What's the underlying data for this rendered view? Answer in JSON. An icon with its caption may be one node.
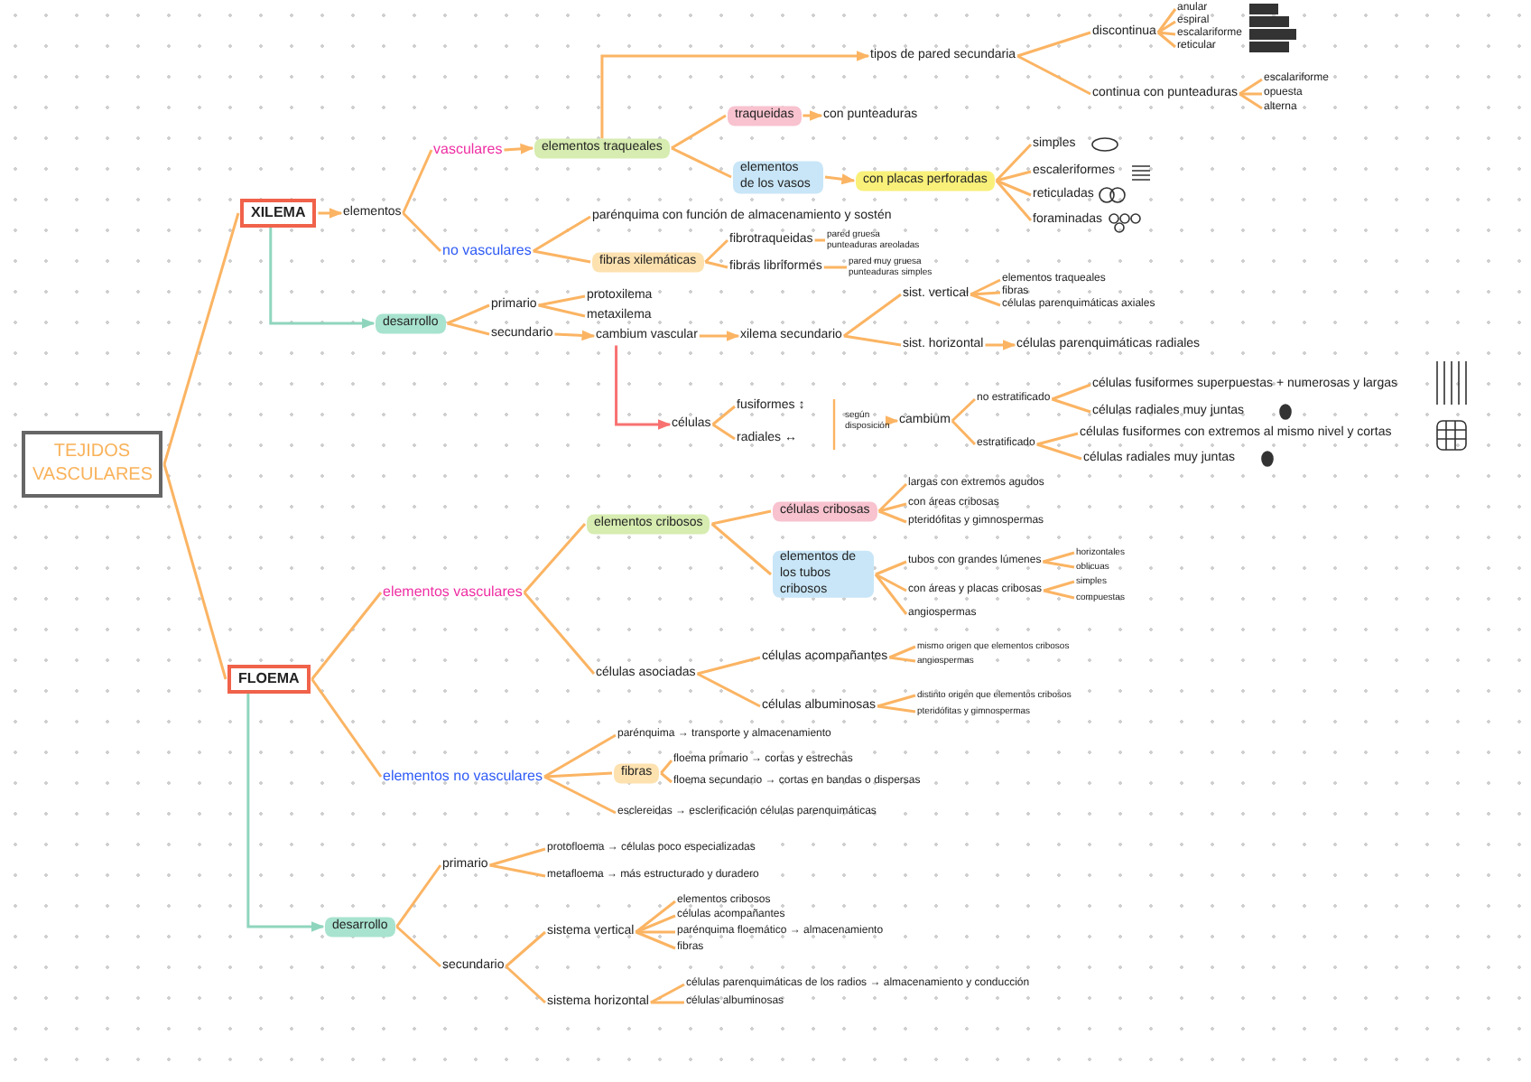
{
  "diagram": {
    "nodes": [
      {
        "text": [
          "TEJIDOS VASCULARES"
        ]
      },
      {
        "text": [
          "XILEMA"
        ]
      },
      {
        "text": [
          "elementos"
        ]
      },
      {
        "text": [
          "vasculares"
        ]
      },
      {
        "text": [
          "no vasculares"
        ]
      },
      {
        "text": [
          "elementos traqueales"
        ]
      },
      {
        "text": [
          "tipos de pared secundaria"
        ]
      },
      {
        "text": [
          "discontinua"
        ]
      },
      {
        "text": [
          "anular"
        ]
      },
      {
        "text": [
          "espiral"
        ]
      },
      {
        "text": [
          "escalariforme"
        ]
      },
      {
        "text": [
          "reticular"
        ]
      },
      {
        "text": [
          "continua con punteaduras"
        ]
      },
      {
        "text": [
          "escalariforme"
        ]
      },
      {
        "text": [
          "opuesta"
        ]
      },
      {
        "text": [
          "alterna"
        ]
      },
      {
        "text": [
          "traqueidas"
        ]
      },
      {
        "text": [
          "con punteaduras"
        ]
      },
      {
        "text": [
          "elementos de los vasos"
        ]
      },
      {
        "text": [
          "con placas perforadas"
        ]
      },
      {
        "text": [
          "simples"
        ]
      },
      {
        "text": [
          "escaleriformes"
        ]
      },
      {
        "text": [
          "reticuladas"
        ]
      },
      {
        "text": [
          "foraminadas"
        ]
      },
      {
        "text": [
          "parénquima con función de almacenamiento y sostén"
        ]
      },
      {
        "text": [
          "fibras xilemáticas"
        ]
      },
      {
        "text": [
          "fibrotraqueidas"
        ]
      },
      {
        "text": [
          "pared gruesa",
          "punteaduras areoladas"
        ]
      },
      {
        "text": [
          "fibras libriformes"
        ]
      },
      {
        "text": [
          "pared muy gruesa",
          "punteaduras simples"
        ]
      },
      {
        "text": [
          "desarrollo"
        ]
      },
      {
        "text": [
          "primario"
        ]
      },
      {
        "text": [
          "secundario"
        ]
      },
      {
        "text": [
          "protoxilema"
        ]
      },
      {
        "text": [
          "metaxilema"
        ]
      },
      {
        "text": [
          "cambium vascular"
        ]
      },
      {
        "text": [
          "xilema secundario"
        ]
      },
      {
        "text": [
          "sist. vertical"
        ]
      },
      {
        "text": [
          "elementos traqueales"
        ]
      },
      {
        "text": [
          "fibras"
        ]
      },
      {
        "text": [
          "células parenquimáticas axiales"
        ]
      },
      {
        "text": [
          "sist. horizontal"
        ]
      },
      {
        "text": [
          "células parenquimáticas radiales"
        ]
      },
      {
        "text": [
          "células"
        ]
      },
      {
        "text": [
          "fusiformes ↕"
        ]
      },
      {
        "text": [
          "radiales ↔"
        ]
      },
      {
        "text": [
          "según disposición"
        ]
      },
      {
        "text": [
          "cambium"
        ]
      },
      {
        "text": [
          "no estratificado"
        ]
      },
      {
        "text": [
          "células fusiformes superpuestas + numerosas y largas"
        ]
      },
      {
        "text": [
          "células radiales muy juntas"
        ]
      },
      {
        "text": [
          "estratificado"
        ]
      },
      {
        "text": [
          "células fusiformes con extremos al mismo nivel y cortas"
        ]
      },
      {
        "text": [
          "células radiales muy juntas"
        ]
      },
      {
        "text": [
          "FLOEMA"
        ]
      },
      {
        "text": [
          "elementos vasculares"
        ]
      },
      {
        "text": [
          "elementos cribosos"
        ]
      },
      {
        "text": [
          "células cribosas"
        ]
      },
      {
        "text": [
          "largas con extremos agudos"
        ]
      },
      {
        "text": [
          "con áreas cribosas"
        ]
      },
      {
        "text": [
          "pteridófitas y gimnospermas"
        ]
      },
      {
        "text": [
          "elementos de los tubos cribosos"
        ]
      },
      {
        "text": [
          "tubos con grandes lúmenes"
        ]
      },
      {
        "text": [
          "horizontales"
        ]
      },
      {
        "text": [
          "oblicuas"
        ]
      },
      {
        "text": [
          "con áreas y placas cribosas"
        ]
      },
      {
        "text": [
          "simples"
        ]
      },
      {
        "text": [
          "compuestas"
        ]
      },
      {
        "text": [
          "angiospermas"
        ]
      },
      {
        "text": [
          "células asociadas"
        ]
      },
      {
        "text": [
          "células acompañantes"
        ]
      },
      {
        "text": [
          "mismo origen que elementos cribosos"
        ]
      },
      {
        "text": [
          "angiospermas"
        ]
      },
      {
        "text": [
          "células albuminosas"
        ]
      },
      {
        "text": [
          "distinto origen que elementos cribosos"
        ]
      },
      {
        "text": [
          "pteridófitas y gimnospermas"
        ]
      },
      {
        "text": [
          "elementos no vasculares"
        ]
      },
      {
        "text": [
          "parénquima → transporte y almacenamiento"
        ]
      },
      {
        "text": [
          "fibras"
        ]
      },
      {
        "text": [
          "floema primario → cortas y estrechas"
        ]
      },
      {
        "text": [
          "floema secundario → cortas en bandas o dispersas"
        ]
      },
      {
        "text": [
          "esclereidas → esclerificación células parenquimáticas"
        ]
      },
      {
        "text": [
          "desarrollo"
        ]
      },
      {
        "text": [
          "primario"
        ]
      },
      {
        "text": [
          "secundario"
        ]
      },
      {
        "text": [
          "protofloema → células poco especializadas"
        ]
      },
      {
        "text": [
          "metafloema → más estructurado y duradero"
        ]
      },
      {
        "text": [
          "sistema vertical"
        ]
      },
      {
        "text": [
          "elementos cribosos"
        ]
      },
      {
        "text": [
          "células acompañantes"
        ]
      },
      {
        "text": [
          "parénquima floemático → almacenamiento"
        ]
      },
      {
        "text": [
          "fibras"
        ]
      },
      {
        "text": [
          "sistema horizontal"
        ]
      },
      {
        "text": [
          "células parenquimáticas de los radios → almacenamiento y conducción"
        ]
      },
      {
        "text": [
          "células albuminosas"
        ]
      }
    ],
    "edges": [
      {
        "from": 0,
        "to": 1,
        "arrow": "none"
      },
      {
        "from": 0,
        "to": 54,
        "arrow": "none"
      },
      {
        "from": 1,
        "to": 2,
        "arrow": "to"
      },
      {
        "from": 2,
        "to": 3,
        "arrow": "none"
      },
      {
        "from": 2,
        "to": 4,
        "arrow": "none"
      },
      {
        "from": 3,
        "to": 5,
        "arrow": "to"
      },
      {
        "from": 5,
        "to": 6,
        "arrow": "to"
      },
      {
        "from": 5,
        "to": 16,
        "arrow": "none"
      },
      {
        "from": 5,
        "to": 18,
        "arrow": "none"
      },
      {
        "from": 6,
        "to": 7,
        "arrow": "none"
      },
      {
        "from": 6,
        "to": 12,
        "arrow": "none"
      },
      {
        "from": 7,
        "to": 8,
        "arrow": "none"
      },
      {
        "from": 7,
        "to": 9,
        "arrow": "none"
      },
      {
        "from": 7,
        "to": 10,
        "arrow": "none"
      },
      {
        "from": 7,
        "to": 11,
        "arrow": "none"
      },
      {
        "from": 12,
        "to": 13,
        "arrow": "none"
      },
      {
        "from": 12,
        "to": 14,
        "arrow": "none"
      },
      {
        "from": 12,
        "to": 15,
        "arrow": "none"
      },
      {
        "from": 16,
        "to": 17,
        "arrow": "to"
      },
      {
        "from": 18,
        "to": 19,
        "arrow": "to"
      },
      {
        "from": 19,
        "to": 20,
        "arrow": "none"
      },
      {
        "from": 19,
        "to": 21,
        "arrow": "none"
      },
      {
        "from": 19,
        "to": 22,
        "arrow": "none"
      },
      {
        "from": 19,
        "to": 23,
        "arrow": "none"
      },
      {
        "from": 4,
        "to": 24,
        "arrow": "none"
      },
      {
        "from": 4,
        "to": 25,
        "arrow": "none"
      },
      {
        "from": 25,
        "to": 26,
        "arrow": "none"
      },
      {
        "from": 25,
        "to": 28,
        "arrow": "none"
      },
      {
        "from": 26,
        "to": 27,
        "arrow": "none"
      },
      {
        "from": 28,
        "to": 29,
        "arrow": "none"
      },
      {
        "from": 1,
        "to": 30,
        "arrow": "to",
        "color": "#8fd5bd"
      },
      {
        "from": 30,
        "to": 31,
        "arrow": "none"
      },
      {
        "from": 30,
        "to": 32,
        "arrow": "none"
      },
      {
        "from": 31,
        "to": 33,
        "arrow": "none"
      },
      {
        "from": 31,
        "to": 34,
        "arrow": "none"
      },
      {
        "from": 32,
        "to": 35,
        "arrow": "to"
      },
      {
        "from": 35,
        "to": 36,
        "arrow": "to"
      },
      {
        "from": 35,
        "to": 43,
        "arrow": "to",
        "color": "#f87171"
      },
      {
        "from": 36,
        "to": 37,
        "arrow": "none"
      },
      {
        "from": 36,
        "to": 41,
        "arrow": "none"
      },
      {
        "from": 37,
        "to": 38,
        "arrow": "none"
      },
      {
        "from": 37,
        "to": 39,
        "arrow": "none"
      },
      {
        "from": 37,
        "to": 40,
        "arrow": "none"
      },
      {
        "from": 41,
        "to": 42,
        "arrow": "to"
      },
      {
        "from": 43,
        "to": 44,
        "arrow": "none"
      },
      {
        "from": 43,
        "to": 45,
        "arrow": "none"
      },
      {
        "from": 46,
        "to": 47,
        "arrow": "to"
      },
      {
        "from": 47,
        "to": 48,
        "arrow": "none"
      },
      {
        "from": 47,
        "to": 51,
        "arrow": "none"
      },
      {
        "from": 48,
        "to": 49,
        "arrow": "none"
      },
      {
        "from": 48,
        "to": 50,
        "arrow": "none"
      },
      {
        "from": 51,
        "to": 52,
        "arrow": "none"
      },
      {
        "from": 51,
        "to": 53,
        "arrow": "none"
      },
      {
        "from": 54,
        "to": 55,
        "arrow": "none"
      },
      {
        "from": 54,
        "to": 76,
        "arrow": "none"
      },
      {
        "from": 54,
        "to": 82,
        "arrow": "to",
        "color": "#8fd5bd"
      },
      {
        "from": 55,
        "to": 56,
        "arrow": "none"
      },
      {
        "from": 55,
        "to": 69,
        "arrow": "none"
      },
      {
        "from": 56,
        "to": 57,
        "arrow": "none"
      },
      {
        "from": 56,
        "to": 61,
        "arrow": "none"
      },
      {
        "from": 57,
        "to": 58,
        "arrow": "none"
      },
      {
        "from": 57,
        "to": 59,
        "arrow": "none"
      },
      {
        "from": 57,
        "to": 60,
        "arrow": "none"
      },
      {
        "from": 61,
        "to": 62,
        "arrow": "none"
      },
      {
        "from": 61,
        "to": 65,
        "arrow": "none"
      },
      {
        "from": 61,
        "to": 68,
        "arrow": "none"
      },
      {
        "from": 62,
        "to": 63,
        "arrow": "none"
      },
      {
        "from": 62,
        "to": 64,
        "arrow": "none"
      },
      {
        "from": 65,
        "to": 66,
        "arrow": "none"
      },
      {
        "from": 65,
        "to": 67,
        "arrow": "none"
      },
      {
        "from": 69,
        "to": 70,
        "arrow": "none"
      },
      {
        "from": 69,
        "to": 73,
        "arrow": "none"
      },
      {
        "from": 70,
        "to": 71,
        "arrow": "none"
      },
      {
        "from": 70,
        "to": 72,
        "arrow": "none"
      },
      {
        "from": 73,
        "to": 74,
        "arrow": "none"
      },
      {
        "from": 73,
        "to": 75,
        "arrow": "none"
      },
      {
        "from": 76,
        "to": 77,
        "arrow": "none"
      },
      {
        "from": 76,
        "to": 78,
        "arrow": "none"
      },
      {
        "from": 76,
        "to": 81,
        "arrow": "none"
      },
      {
        "from": 78,
        "to": 79,
        "arrow": "none"
      },
      {
        "from": 78,
        "to": 80,
        "arrow": "none"
      },
      {
        "from": 82,
        "to": 83,
        "arrow": "none"
      },
      {
        "from": 82,
        "to": 84,
        "arrow": "none"
      },
      {
        "from": 83,
        "to": 85,
        "arrow": "none"
      },
      {
        "from": 83,
        "to": 86,
        "arrow": "none"
      },
      {
        "from": 84,
        "to": 87,
        "arrow": "none"
      },
      {
        "from": 84,
        "to": 92,
        "arrow": "none"
      },
      {
        "from": 87,
        "to": 88,
        "arrow": "none"
      },
      {
        "from": 87,
        "to": 89,
        "arrow": "none"
      },
      {
        "from": 87,
        "to": 90,
        "arrow": "none"
      },
      {
        "from": 87,
        "to": 91,
        "arrow": "none"
      },
      {
        "from": 92,
        "to": 93,
        "arrow": "none"
      },
      {
        "from": 92,
        "to": 94,
        "arrow": "none"
      }
    ]
  }
}
